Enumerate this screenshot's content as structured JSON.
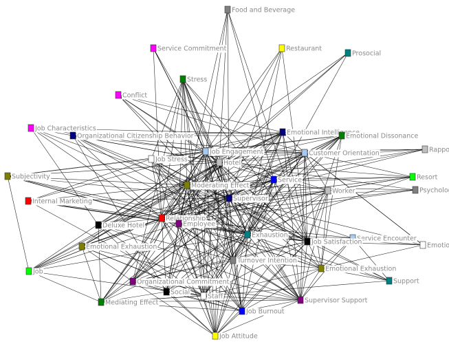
{
  "graph": {
    "edge_color": "#000000",
    "label_color": "#8a8a8a",
    "nodes": [
      {
        "label": "Food and Beverage",
        "color": "#808080"
      },
      {
        "label": "Service Commitment",
        "color": "#ff00ff"
      },
      {
        "label": "Restaurant",
        "color": "#ffff00"
      },
      {
        "label": "Prosocial",
        "color": "#008080"
      },
      {
        "label": "Stress",
        "color": "#008000"
      },
      {
        "label": "Conflict",
        "color": "#ff00ff"
      },
      {
        "label": "Job Characteristics",
        "color": "#ff00ff"
      },
      {
        "label": "Organizational Citizenship Behavior",
        "color": "#000080"
      },
      {
        "label": "Emotional Intelligence",
        "color": "#000080"
      },
      {
        "label": "Emotional Dissonance",
        "color": "#008000"
      },
      {
        "label": "Rapport",
        "color": "#c0c0c0"
      },
      {
        "label": "Job Engagement",
        "color": "#a6caf0"
      },
      {
        "label": "Customer Orientation",
        "color": "#a6caf0"
      },
      {
        "label": "Job Stress",
        "color": "#ffffff"
      },
      {
        "label": "Hotel",
        "color": "#c0c0c0"
      },
      {
        "label": "Subjectivity",
        "color": "#808000"
      },
      {
        "label": "Resort",
        "color": "#00ff00"
      },
      {
        "label": "Service",
        "color": "#0000ff"
      },
      {
        "label": "Psychological",
        "color": "#808080"
      },
      {
        "label": "Moderating Effect",
        "color": "#808000"
      },
      {
        "label": "Worker",
        "color": "#c0c0c0"
      },
      {
        "label": "Supervisor",
        "color": "#000080"
      },
      {
        "label": "Internal Marketing",
        "color": "#ff0000"
      },
      {
        "label": "Relationship",
        "color": "#ff0000"
      },
      {
        "label": "Employee",
        "color": "#800080"
      },
      {
        "label": "Deluxe Hotel",
        "color": "#000000"
      },
      {
        "label": "Exhaustion",
        "color": "#008080"
      },
      {
        "label": "Service Encounter",
        "color": "#a6caf0"
      },
      {
        "label": "Job Satisfaction",
        "color": "#000000"
      },
      {
        "label": "Emotion",
        "color": "#ffffff"
      },
      {
        "label": "Emotional Exhaustion",
        "color": "#808000"
      },
      {
        "label": "Turnover Intention",
        "color": "#808080"
      },
      {
        "label": "Emotional Exhaustion",
        "color": "#808000"
      },
      {
        "label": "Job",
        "color": "#00ff00"
      },
      {
        "label": "Support",
        "color": "#008080"
      },
      {
        "label": "Organizational Commitment",
        "color": "#800080"
      },
      {
        "label": "Social",
        "color": "#000000"
      },
      {
        "label": "Staff",
        "color": "#ffffff"
      },
      {
        "label": "Mediating Effect",
        "color": "#008000"
      },
      {
        "label": "Supervisor Support",
        "color": "#800080"
      },
      {
        "label": "Job Burnout",
        "color": "#0000ff"
      },
      {
        "label": "Job Attitude",
        "color": "#ffff00"
      }
    ],
    "edges": {
      "0": [
        11,
        14,
        21,
        28,
        17,
        24
      ],
      "1": [
        11,
        14,
        21,
        26,
        23
      ],
      "2": [
        11,
        21,
        26,
        24,
        28
      ],
      "3": [
        11,
        14,
        23,
        26
      ],
      "4": [
        11,
        14,
        17,
        21,
        23,
        24,
        26,
        28,
        31,
        37,
        13,
        19,
        41,
        35
      ],
      "5": [
        11,
        12,
        8,
        21,
        26,
        14
      ],
      "6": [
        11,
        14,
        21,
        26,
        23,
        25,
        9
      ],
      "7": [
        11,
        14,
        12,
        8,
        9,
        21,
        23,
        26,
        36,
        28
      ],
      "8": [
        11,
        13,
        14,
        19,
        21,
        23,
        24,
        26,
        28,
        31,
        37,
        39,
        12,
        9,
        25,
        30,
        35
      ],
      "9": [
        11,
        14,
        12,
        17,
        21,
        23,
        24,
        26,
        28,
        31,
        13,
        32,
        38,
        36
      ],
      "10": [
        11,
        12,
        14,
        17,
        21,
        19
      ],
      "11": [
        12,
        13,
        14,
        15,
        17,
        19,
        20,
        21,
        22,
        23,
        24,
        25,
        26,
        28,
        30,
        31,
        33,
        35,
        36,
        37,
        38,
        39,
        40,
        41,
        32
      ],
      "12": [
        14,
        16,
        17,
        19,
        20,
        21,
        23,
        24,
        26,
        28,
        29,
        31,
        37,
        39,
        32,
        13
      ],
      "13": [
        14,
        19,
        21,
        23,
        26,
        28,
        31,
        37,
        39,
        40,
        15,
        22
      ],
      "14": [
        16,
        17,
        18,
        19,
        21,
        23,
        24,
        25,
        26,
        28,
        31,
        35,
        36,
        37,
        38,
        39,
        40,
        41,
        15,
        33,
        30
      ],
      "15": [
        19,
        21,
        23,
        26,
        28,
        24,
        33
      ],
      "16": [
        19,
        21,
        23,
        17,
        20,
        26
      ],
      "17": [
        19,
        20,
        21,
        23,
        24,
        26,
        28,
        31,
        37,
        39,
        40,
        41,
        30,
        35,
        25
      ],
      "18": [
        21,
        23,
        19,
        24
      ],
      "19": [
        21,
        23,
        24,
        25,
        26,
        28,
        30,
        31,
        35,
        36,
        37,
        38,
        39,
        40,
        41,
        33,
        22
      ],
      "20": [
        21,
        23,
        24,
        26,
        28,
        31,
        39,
        41,
        32
      ],
      "21": [
        22,
        23,
        24,
        25,
        26,
        27,
        28,
        29,
        30,
        31,
        32,
        35,
        36,
        37,
        38,
        39,
        40,
        41,
        34
      ],
      "22": [
        23,
        24,
        26,
        28,
        37
      ],
      "23": [
        26,
        27,
        28,
        31,
        32,
        35,
        36,
        37,
        38,
        39,
        40,
        41,
        25,
        30,
        33
      ],
      "24": [
        26,
        28,
        31,
        32,
        37,
        39,
        40,
        41,
        34,
        36
      ],
      "25": [
        31,
        37,
        39,
        38,
        41
      ],
      "26": [
        27,
        28,
        29,
        31,
        32,
        35,
        36,
        37,
        38,
        39,
        40,
        41,
        34
      ],
      "27": [
        29,
        34,
        39,
        32
      ],
      "28": [
        29,
        31,
        32,
        35,
        37,
        39,
        40,
        41,
        34
      ],
      "29": [
        32,
        12
      ],
      "30": [
        33,
        37,
        38,
        35,
        40,
        39
      ],
      "31": [
        37,
        39,
        40,
        41,
        35,
        36,
        32
      ],
      "32": [
        34,
        37,
        39,
        40
      ],
      "33": [
        37,
        38,
        26,
        23,
        24
      ],
      "34": [
        37
      ],
      "35": [
        36,
        37,
        40,
        41,
        39
      ],
      "36": [
        37,
        40,
        41,
        38
      ],
      "37": [
        38,
        39,
        40,
        41
      ],
      "38": [
        40,
        39,
        37
      ],
      "39": [
        40,
        41
      ],
      "40": [
        41
      ]
    }
  }
}
